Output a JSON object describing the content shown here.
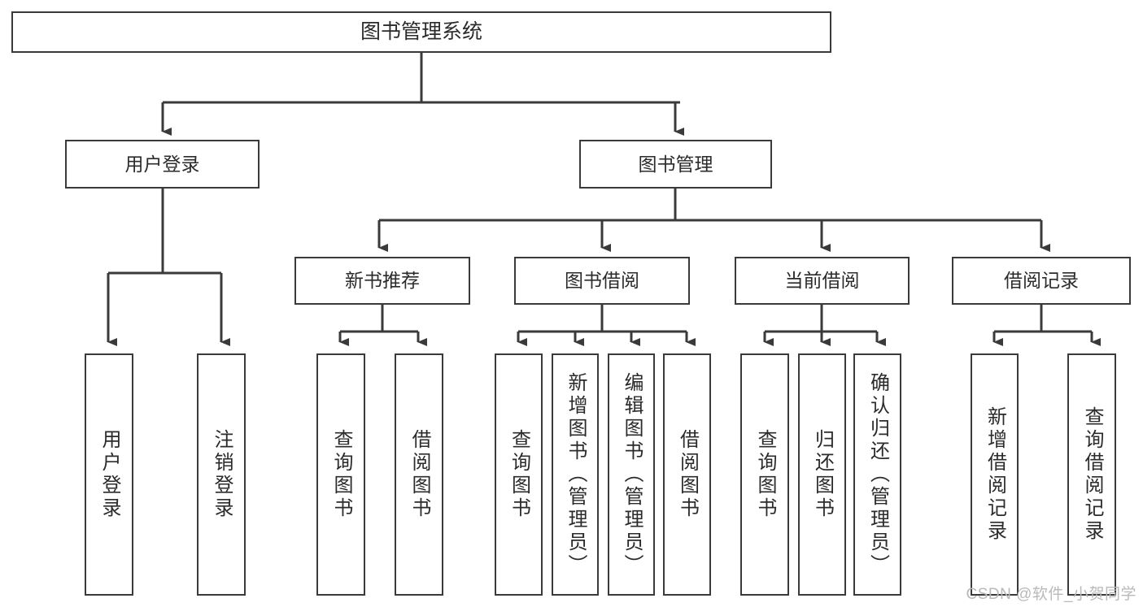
{
  "diagram": {
    "type": "tree-hierarchy",
    "title": "图书管理系统",
    "root": {
      "id": "root",
      "label": "图书管理系统"
    },
    "level1": [
      {
        "id": "user-login",
        "label": "用户登录"
      },
      {
        "id": "book-manage",
        "label": "图书管理"
      }
    ],
    "level2": [
      {
        "id": "new-book-rec",
        "label": "新书推荐",
        "parent": "book-manage"
      },
      {
        "id": "book-borrow",
        "label": "图书借阅",
        "parent": "book-manage"
      },
      {
        "id": "current-borrow",
        "label": "当前借阅",
        "parent": "book-manage"
      },
      {
        "id": "borrow-record",
        "label": "借阅记录",
        "parent": "book-manage"
      }
    ],
    "leaves": [
      {
        "id": "leaf-user-login",
        "label": "用户登录",
        "parent": "user-login"
      },
      {
        "id": "leaf-logout",
        "label": "注销登录",
        "parent": "user-login"
      },
      {
        "id": "leaf-query-book-1",
        "label": "查询图书",
        "parent": "new-book-rec"
      },
      {
        "id": "leaf-borrow-book-1",
        "label": "借阅图书",
        "parent": "new-book-rec"
      },
      {
        "id": "leaf-query-book-2",
        "label": "查询图书",
        "parent": "book-borrow"
      },
      {
        "id": "leaf-add-book",
        "label": "新增图书（管理员）",
        "parent": "book-borrow"
      },
      {
        "id": "leaf-edit-book",
        "label": "编辑图书（管理员）",
        "parent": "book-borrow"
      },
      {
        "id": "leaf-borrow-book-2",
        "label": "借阅图书",
        "parent": "book-borrow"
      },
      {
        "id": "leaf-query-book-3",
        "label": "查询图书",
        "parent": "current-borrow"
      },
      {
        "id": "leaf-return-book",
        "label": "归还图书",
        "parent": "current-borrow"
      },
      {
        "id": "leaf-confirm-return",
        "label": "确认归还（管理员）",
        "parent": "current-borrow"
      },
      {
        "id": "leaf-add-record",
        "label": "新增借阅记录",
        "parent": "borrow-record"
      },
      {
        "id": "leaf-query-record",
        "label": "查询借阅记录",
        "parent": "borrow-record"
      }
    ]
  },
  "watermark": {
    "text": "CSDN @软件_小贺同学"
  },
  "colors": {
    "stroke": "#3a3a3a",
    "text": "#2b2b2b",
    "background": "#ffffff",
    "watermark": "#b9b9b9"
  }
}
